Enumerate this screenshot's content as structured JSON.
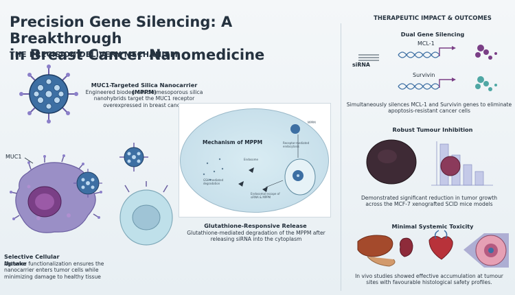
{
  "header": {
    "title_line1": "Precision Gene Silencing: A Breakthrough",
    "title_line2": "in Breast Cancer Nanomedicine",
    "section_title": "THE PRECISION DELIVERY MECHANISM"
  },
  "nanocarrier": {
    "heading": "MUC1-Targeted Silica Nanocarrier (MPPM)",
    "line1": "Engineered biodegradable mesoporous silica",
    "line2": "nanohybrids target the MUC1 receptor",
    "line3": "overexpressed in breast cancer"
  },
  "cell_labels": {
    "muc1": "MUC1"
  },
  "uptake": {
    "heading": "Selective Cellular Uptake",
    "line1": "Aptamer functionalization ensures the",
    "line2": "nanocarrier enters tumor cells while",
    "line3": "minimizing damage to healthy tissue"
  },
  "mechanism": {
    "title": "Mechanism of MPPM",
    "labels": [
      "MPPM",
      "Receptor-mediated endocytosis",
      "Endosome",
      "GSH-mediated degradation",
      "Endosomal escape of siRNA & MPPM"
    ]
  },
  "release": {
    "heading": "Glutathione-Responsive Release",
    "line1": "Glutathione-mediated degradation of the MPPM after",
    "line2": "releasing siRNA into the cytoplasm"
  },
  "outcomes": {
    "section_title": "THERAPEUTIC IMPACT & OUTCOMES",
    "dual": {
      "heading": "Dual Gene Silencing",
      "gene1": "MCL-1",
      "gene2": "Survivin",
      "sirna": "siRNA",
      "line1": "Simultaneously silences MCL-1 and Survivin genes to eliminate",
      "line2": "apoptosis-resistant cancer cells"
    },
    "tumour": {
      "heading": "Robust Tumour Inhibition",
      "line1": "Demonstrated significant reduction in tumor growth",
      "line2": "across the MCF-7 xenografted SCID mice models"
    },
    "toxicity": {
      "heading": "Minimal Systemic Toxicity",
      "line1": "In vivo studies showed effective accumulation at tumour",
      "line2": "sites with favourable histological safety profiles."
    }
  },
  "colors": {
    "title": "#25323f",
    "nanoparticle": "#3d6fa3",
    "cell_purple": "#9a8fc6",
    "nucleus": "#7a3f86",
    "healthy_cell": "#bfe0ea",
    "liver": "#a44a2c",
    "heart": "#b8323a",
    "kidney": "#8e2b3a"
  }
}
